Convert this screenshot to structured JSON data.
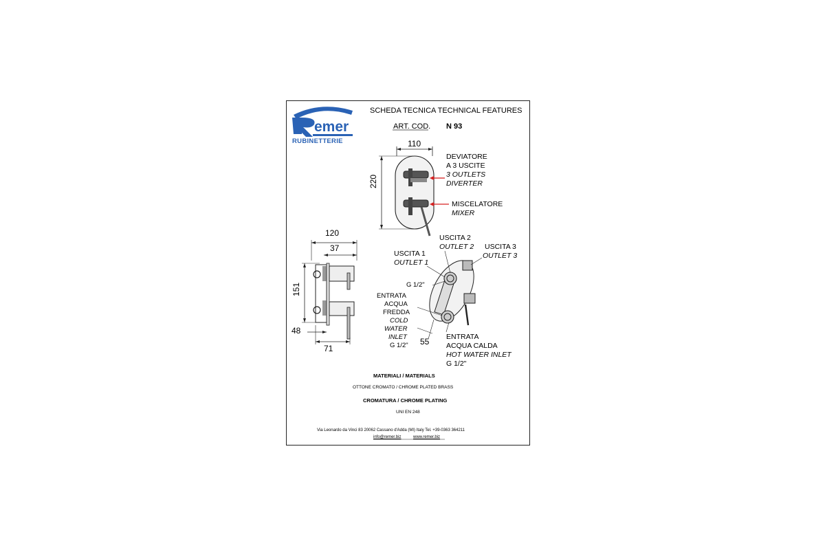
{
  "header": {
    "logo_word": "emer",
    "logo_sub": "RUBINETTERIE",
    "title": "SCHEDA TECNICA   TECHNICAL FEATURES",
    "art_label": "ART. COD.",
    "art_code": "N 93"
  },
  "dimensions": {
    "front_width": "110",
    "front_height": "220",
    "side_width": "120",
    "side_depth": "37",
    "side_height": "151",
    "side_offset": "48",
    "side_bottom": "71",
    "iso_55": "55"
  },
  "labels": {
    "diverter_it": [
      "DEVIATORE",
      "A 3 USCITE"
    ],
    "diverter_en": [
      "3 OUTLETS",
      "DIVERTER"
    ],
    "mixer_it": "MISCELATORE",
    "mixer_en": "MIXER",
    "outlet2_it": "USCITA 2",
    "outlet2_en": "OUTLET 2",
    "outlet3_it": "USCITA 3",
    "outlet3_en": "OUTLET 3",
    "outlet1_it": "USCITA 1",
    "outlet1_en": "OUTLET 1",
    "g_top": "G 1/2\"",
    "cold_it": [
      "ENTRATA",
      "ACQUA",
      "FREDDA"
    ],
    "cold_en": [
      "COLD",
      "WATER",
      "INLET"
    ],
    "g_cold": "G 1/2\"",
    "hot_it": [
      "ENTRATA",
      "ACQUA CALDA"
    ],
    "hot_en": "HOT WATER INLET",
    "g_hot": "G 1/2\""
  },
  "materials": {
    "heading": "MATERIALI  /  MATERIALS",
    "material": "OTTONE  CROMATO  /  CHROME  PLATED BRASS",
    "plating_heading": "CROMATURA / CHROME PLATING",
    "standard": "UNI EN 248"
  },
  "footer": {
    "address": "Via Leonardo da Vinci 83     20062 Cassano d'Adda (MI) Italy Tel. +39-0363 364211",
    "email": "info@remer.biz",
    "website": "www.remer.biz"
  },
  "colors": {
    "logo_blue": "#2a62b5",
    "arrow_red": "#d62020",
    "line": "#222222"
  }
}
